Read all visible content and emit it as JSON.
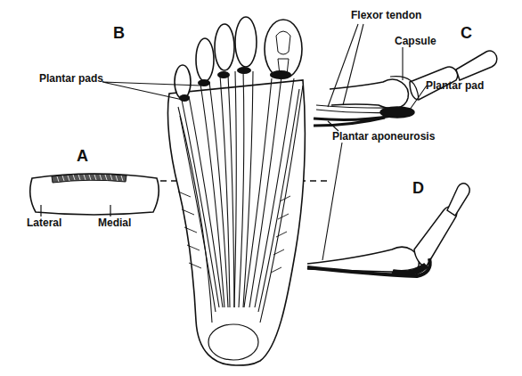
{
  "diagram": {
    "labels": [
      "B",
      "Plantar pads",
      "Flexor tendon",
      "C",
      "Capsule",
      "Plantar pad",
      "Plantar aponeurosis",
      "A",
      "Lateral",
      "Medial",
      "D"
    ]
  }
}
